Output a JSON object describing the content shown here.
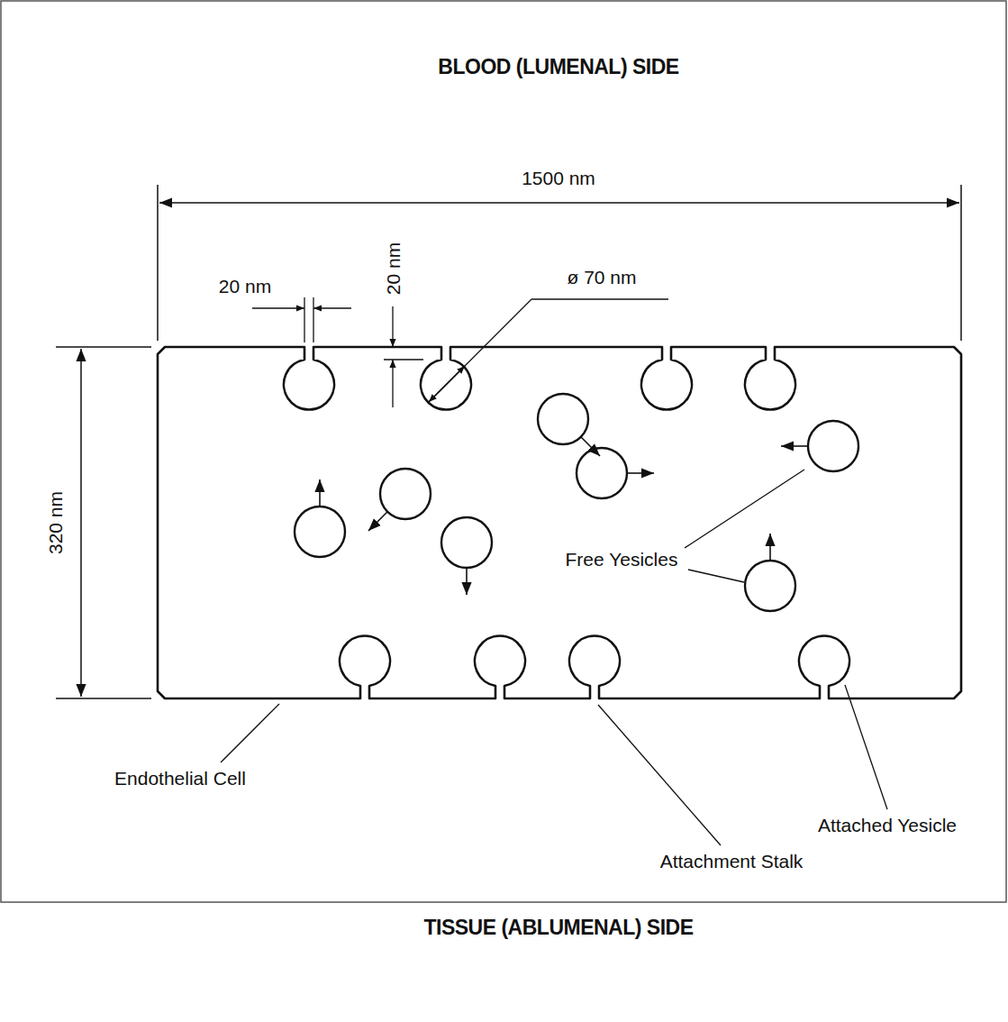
{
  "diagram": {
    "title": "BLOOD (LUMENAL) SIDE",
    "labels": [
      "1500 nm",
      "20 nm",
      "20 nm",
      "ø 70 nm",
      "320 nm",
      "Free Yesicles",
      "Endothelial Cell",
      "Attached Yesicle",
      "Attachment Stalk",
      "TISSUE (ABLUMENAL) SIDE"
    ]
  }
}
